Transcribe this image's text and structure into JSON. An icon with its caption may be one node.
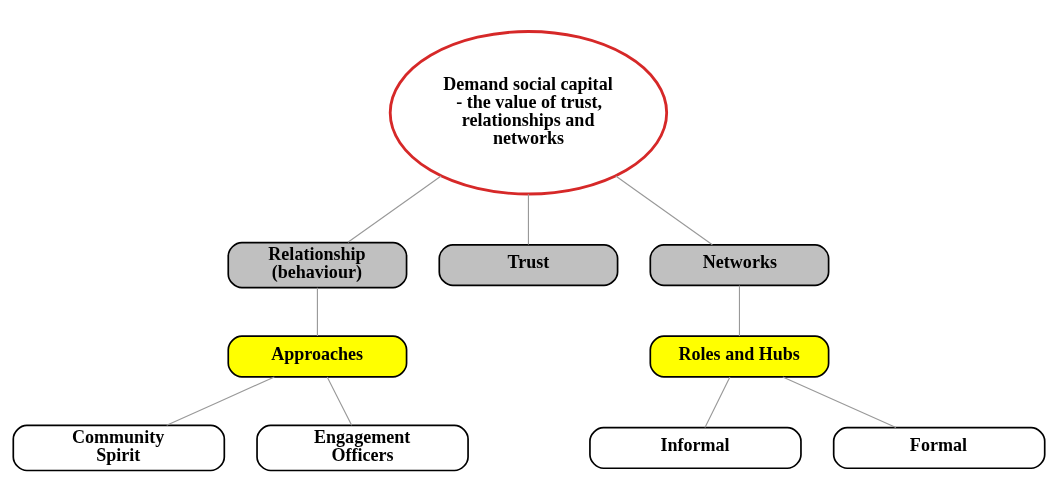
{
  "diagram": {
    "nodes": [
      {
        "text": [
          "Demand social capital - the value of trust, relationships and networks"
        ]
      },
      {
        "text": [
          "Relationship (behaviour)"
        ]
      },
      {
        "text": [
          "Trust"
        ]
      },
      {
        "text": [
          "Networks"
        ]
      },
      {
        "text": [
          "Approaches"
        ]
      },
      {
        "text": [
          "Roles and Hubs"
        ]
      },
      {
        "text": [
          "Community Spirit"
        ]
      },
      {
        "text": [
          "Engagement Officers"
        ]
      },
      {
        "text": [
          "Informal"
        ]
      },
      {
        "text": [
          "Formal"
        ]
      }
    ],
    "edges": [
      {
        "from": 0,
        "to": 1,
        "arrow": "none"
      },
      {
        "from": 0,
        "to": 2,
        "arrow": "none"
      },
      {
        "from": 0,
        "to": 3,
        "arrow": "none"
      },
      {
        "from": 1,
        "to": 4,
        "arrow": "none"
      },
      {
        "from": 3,
        "to": 5,
        "arrow": "none"
      },
      {
        "from": 4,
        "to": 6,
        "arrow": "none"
      },
      {
        "from": 4,
        "to": 7,
        "arrow": "none"
      },
      {
        "from": 5,
        "to": 8,
        "arrow": "none"
      },
      {
        "from": 5,
        "to": 9,
        "arrow": "none"
      }
    ]
  }
}
